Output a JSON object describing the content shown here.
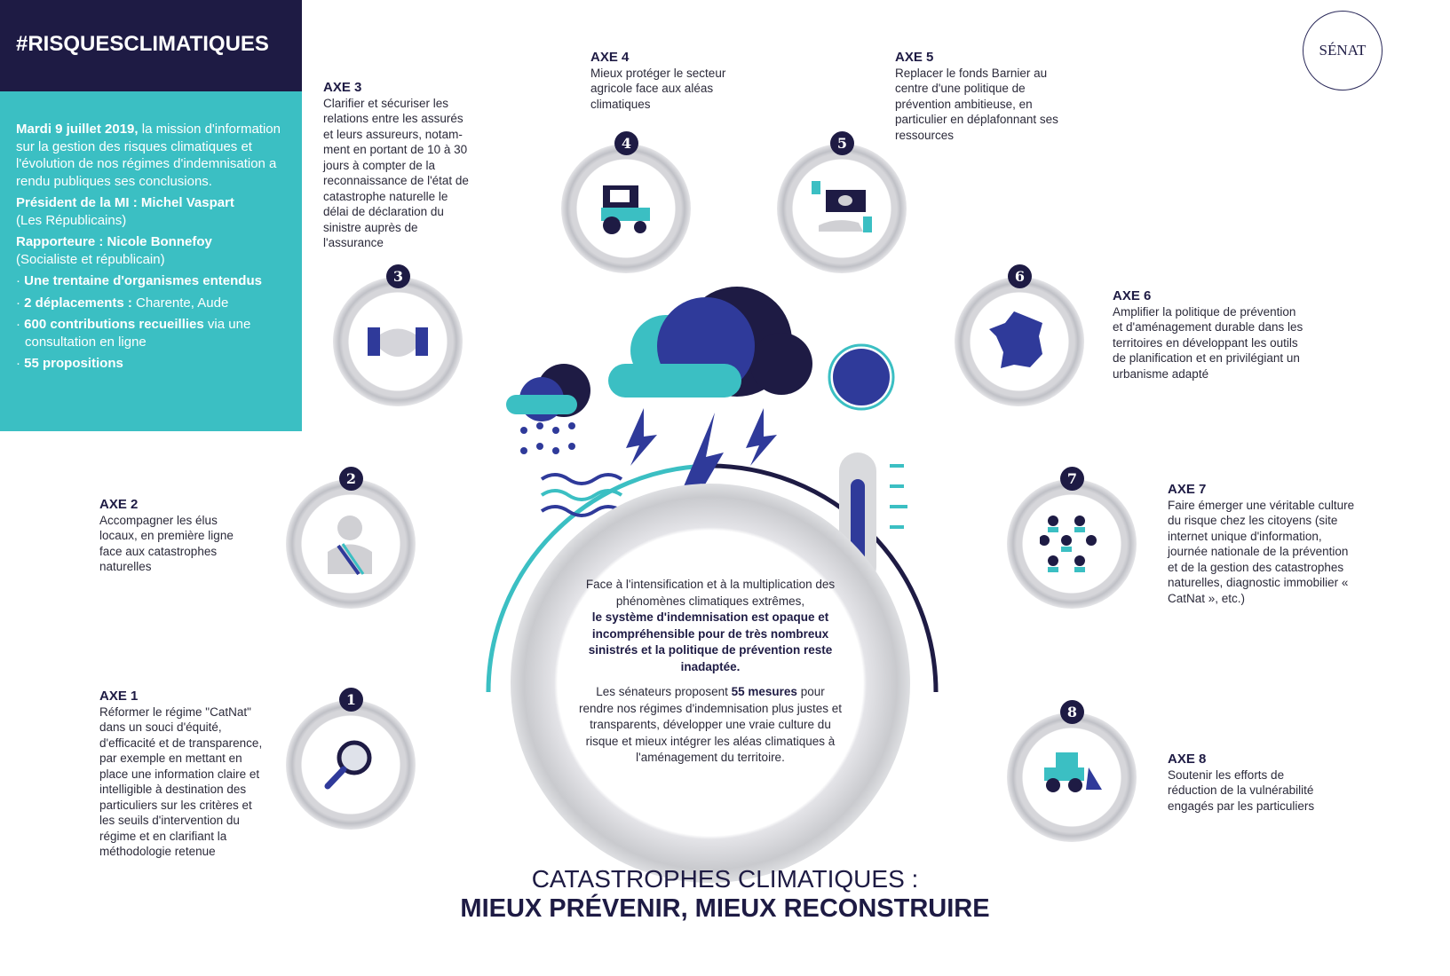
{
  "header": {
    "hashtag": "#RISQUESCLIMATIQUES"
  },
  "logo": {
    "text": "SÉNAT"
  },
  "panel": {
    "intro_bold": "Mardi 9 juillet 2019,",
    "intro": " la mission d'information sur la gestion des risques climatiques et l'évolution de nos régimes d'indemnisation a rendu publiques ses conclusions.",
    "president_bold": "Président de la MI : Michel Vaspart",
    "president_party": "(Les Républicains)",
    "rapporteur_bold": "Rapporteure : Nicole Bonnefoy",
    "rapporteur_party": "(Socialiste et républicain)",
    "bullets": [
      {
        "bold": "Une trentaine d'organismes entendus",
        "text": ""
      },
      {
        "bold": "2 déplacements :",
        "text": " Charente, Aude"
      },
      {
        "bold": "600 contributions recueillies",
        "text": " via une consultation en ligne"
      },
      {
        "bold": "55 propositions",
        "text": ""
      }
    ]
  },
  "axes": [
    {
      "num": "1",
      "title": "AXE 1",
      "text": "Réformer le régime \"CatNat\" dans un souci d'équité, d'efficacité et de transparence, par exemple en mettant en place une information claire et intelligible à destination des particuliers sur les critères et les seuils d'intervention du régime et en clarifiant la méthodologie retenue",
      "icon": "magnifier-icon"
    },
    {
      "num": "2",
      "title": "AXE 2",
      "text": "Accompagner les élus locaux, en première ligne face aux catastrophes naturelles",
      "icon": "mayor-icon"
    },
    {
      "num": "3",
      "title": "AXE 3",
      "text": "Clarifier et sécuriser les relations entre les assurés et leurs assureurs, notam-ment en portant de 10 à 30 jours à compter de la reconnaissance de l'état de catastrophe naturelle le délai de déclaration du sinistre auprès de l'assurance",
      "icon": "handshake-icon"
    },
    {
      "num": "4",
      "title": "AXE 4",
      "text": "Mieux protéger le secteur agricole face aux aléas climatiques",
      "icon": "tractor-icon"
    },
    {
      "num": "5",
      "title": "AXE 5",
      "text": "Replacer le fonds Barnier au centre d'une politique de prévention ambitieuse, en particulier en déplafonnant ses ressources",
      "icon": "money-icon"
    },
    {
      "num": "6",
      "title": "AXE 6",
      "text": "Amplifier la politique de prévention et d'aménagement durable dans les territoires en développant les outils de planification et en privilégiant un urbanisme adapté",
      "icon": "france-map-icon"
    },
    {
      "num": "7",
      "title": "AXE 7",
      "text": "Faire émerger une véritable culture du risque chez les citoyens (site internet unique d'information, journée nationale de la prévention et de la gestion des catastrophes naturelles, diagnostic immobilier « CatNat », etc.)",
      "icon": "people-icon"
    },
    {
      "num": "8",
      "title": "AXE 8",
      "text": "Soutenir les efforts de réduction de la vulnérabilité engagés par les particuliers",
      "icon": "bulldozer-icon"
    }
  ],
  "center": {
    "p1": "Face à l'intensification et à la multiplication des phénomènes climatiques extrêmes,",
    "p1_bold": "le système d'indemnisation est opaque et incompréhensible pour de très nombreux sinistrés et la politique de prévention reste inadaptée.",
    "p2a": "Les sénateurs proposent ",
    "p2_bold": "55 mesures",
    "p2b": " pour rendre nos régimes d'indemnisation plus justes et transparents, développer une vraie culture du risque et mieux intégrer les aléas climatiques à l'aménagement du territoire."
  },
  "title": {
    "line1": "CATASTROPHES CLIMATIQUES :",
    "line2": "MIEUX PRÉVENIR, MIEUX RECONSTRUIRE"
  },
  "colors": {
    "navy": "#1e1b44",
    "teal": "#3bbfc3",
    "blue": "#2f3a9a"
  }
}
